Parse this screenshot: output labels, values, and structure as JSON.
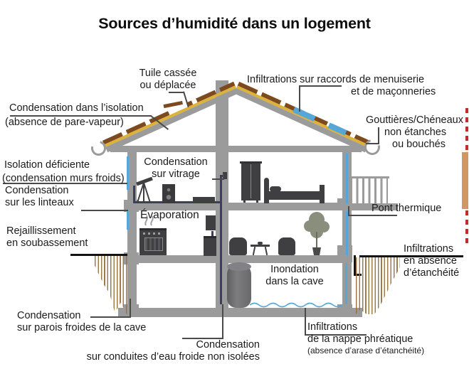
{
  "title": "Sources d’humidité dans un logement",
  "labels": {
    "tuile": [
      "Tuile cassée",
      "ou déplacée"
    ],
    "raccords": [
      "Infiltrations sur raccords de menuiserie",
      "et de maçonneries"
    ],
    "condensation_isolation": [
      "Condensation dans l’isolation",
      "(absence de pare-vapeur)"
    ],
    "gouttieres": [
      "Gouttières/Chéneaux",
      "non étanches",
      "ou bouchés"
    ],
    "isolation_deficiente": [
      "Isolation déficiente",
      "(condensation murs froids)"
    ],
    "vitrage": [
      "Condensation",
      "sur vitrage"
    ],
    "linteaux": [
      "Condensation",
      "sur les linteaux"
    ],
    "pont_thermique": [
      "Pont thermique"
    ],
    "evaporation": [
      "Évaporation"
    ],
    "rejaillissement": [
      "Rejaillissement",
      "en soubassement"
    ],
    "infiltrations_etancheite": [
      "Infiltrations",
      "en absence",
      "d’étanchéité"
    ],
    "inondation": [
      "Inondation",
      "dans la cave"
    ],
    "parois": [
      "Condensation",
      "sur parois froides de la cave"
    ],
    "conduites": [
      "Condensation",
      "sur conduites d’eau froide non isolées"
    ],
    "nappe": [
      "Infiltrations",
      "de la nappe phréatique",
      "(absence d’arase d’étanchéité)"
    ]
  },
  "icons": {
    "telescope-icon": "svg-shape",
    "speaker-icon": "css-shape",
    "sideboard-icon": "css-shape",
    "wardrobe-icon": "css-shape",
    "bed-icon": "css-shape",
    "stove-icon": "css-shape",
    "steam-icon": "svg-wave",
    "wall-cabinet-icon": "css-shape",
    "sink-icon": "css-shape",
    "armchair-icon": "css-shape",
    "coffee-table-icon": "css-shape",
    "plant-icon": "svg-shape",
    "water-heater-icon": "css-cylinder",
    "balcony-railing": "css-bars",
    "gutter-icon": "css-arc",
    "water-wave-icon": "svg-wave",
    "window-pane-icon": "css-shape"
  },
  "colors": {
    "wall_gray": "#9b9b9b",
    "tile_brown": "#7d4a20",
    "insulation_yellow": "#dcb23a",
    "water_blue": "#55a7d9",
    "pipe_navy": "#3d3d5c",
    "soil_brown": "#a8865a",
    "furniture_dark": "#3f3f42",
    "marker_red": "#c22b28",
    "marker_tan": "#cf9764",
    "text": "#1b1b1b"
  }
}
